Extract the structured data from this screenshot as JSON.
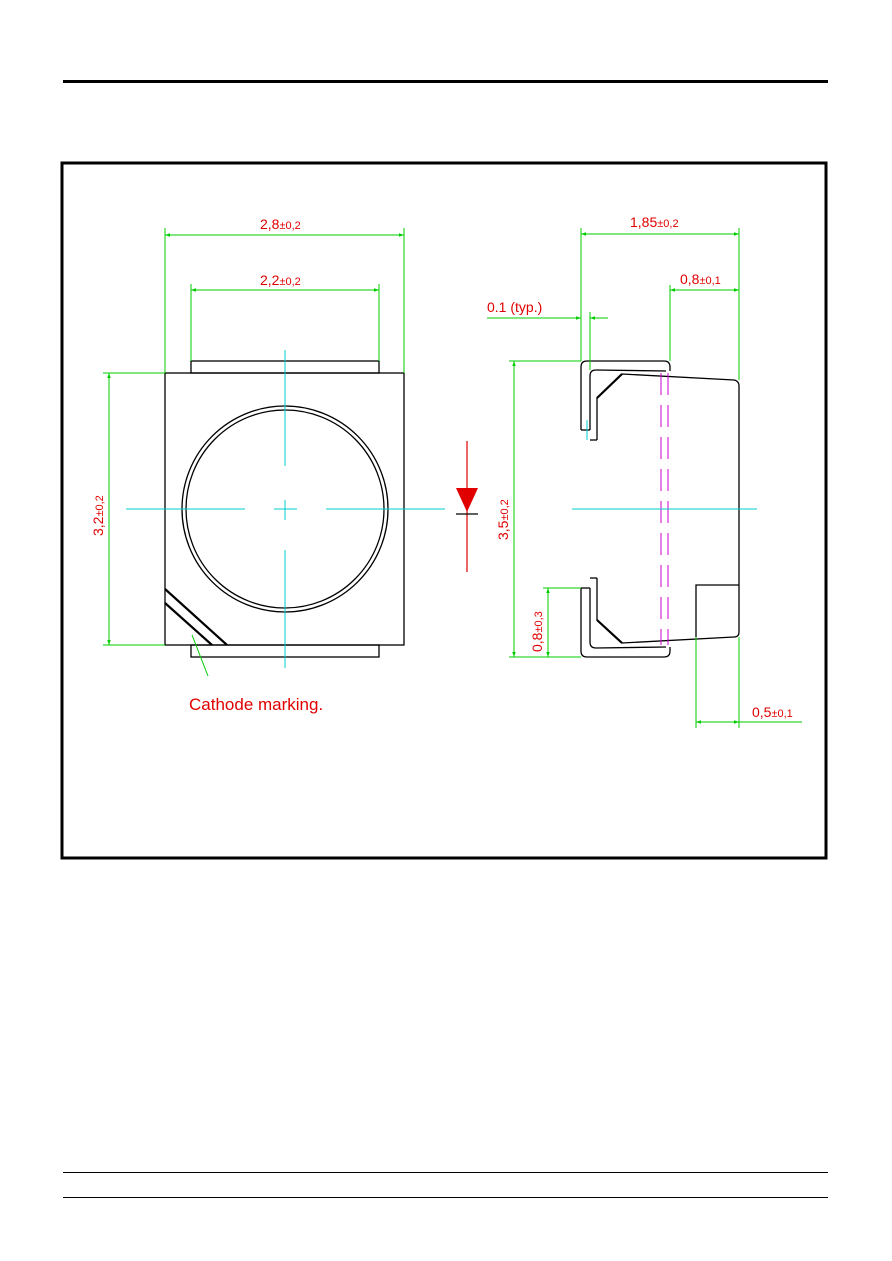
{
  "drawing": {
    "front_view": {
      "width_outer": {
        "value": "2,8",
        "tol": "±0,2"
      },
      "width_pad": {
        "value": "2,2",
        "tol": "±0,2"
      },
      "height": {
        "value": "3,2",
        "tol": "±0,2"
      },
      "cathode_label": "Cathode marking."
    },
    "side_view": {
      "depth_total": {
        "value": "1,85",
        "tol": "±0,2"
      },
      "lens_depth": {
        "value": "0,8",
        "tol": "±0,1"
      },
      "lead_thickness": {
        "value": "0.1 (typ.)"
      },
      "height": {
        "value": "3,5",
        "tol": "±0,2"
      },
      "lead_height": {
        "value": "0,8",
        "tol": "±0,3"
      },
      "pad_width": {
        "value": "0,5",
        "tol": "±0,1"
      }
    },
    "colors": {
      "outline": "#000000",
      "dimension": "#00cc00",
      "centerline": "#00cccc",
      "label": "#e00000",
      "hidden_line": "#cc00cc"
    },
    "icons": [
      "diode-symbol-icon"
    ]
  }
}
